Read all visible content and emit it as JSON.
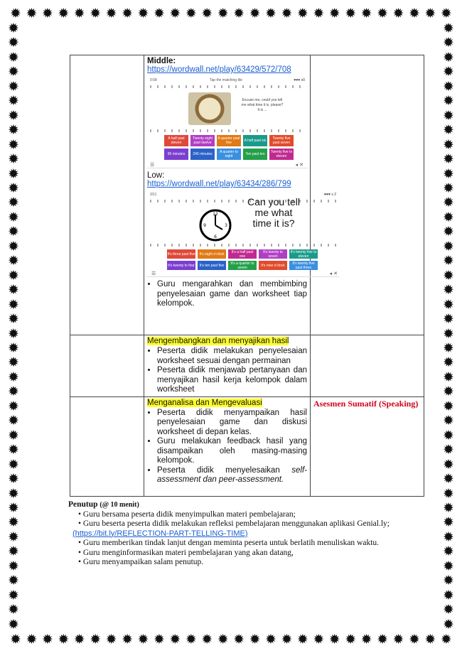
{
  "row1": {
    "middle_label": "Middle:",
    "middle_link": "https://wordwall.net/play/63429/572/708",
    "middle_shot": {
      "score": "0:08",
      "instruction": "Tap the matching tile",
      "lives": "♥♥♥ x0",
      "speech": "Excuse me, could you tell me what time it is, please? It is ...",
      "tiles": [
        "A half past eleven",
        "Twenty eight past twelve",
        "A quarter past five",
        "A half past six",
        "Twenty five past seven",
        "90 minutes",
        "240 minutes",
        "A quarter to eight",
        "Ten past ten",
        "Twenty five to eleven"
      ]
    },
    "low_label": "Low:",
    "low_link": "https://wordwall.net/play/63434/286/799",
    "low_shot": {
      "score": "3/11",
      "lives": "♥♥♥ x 2",
      "question": "Can you tell me what time it is?",
      "tiles": [
        "It's three past five",
        "It's eight o'clock",
        "It's a half past one",
        "It's twenty to seven",
        "It's twenty five to eleven",
        "It's twenty to four",
        "It's ten past five",
        "It's a quarter to seven",
        "It's nine o'clock",
        "It's twenty five past three"
      ]
    },
    "bullet": "Guru mengarahkan dan membimbing penyelesaian game dan worksheet tiap kelompok."
  },
  "row2": {
    "heading": "Mengembangkan dan menyajikan hasil",
    "bullets": [
      "Peserta didik melakukan penyelesaian worksheet sesuai dengan permainan",
      "Peserta didik menjawab pertanyaan dan menyajikan hasil kerja kelompok dalam worksheet"
    ]
  },
  "row3": {
    "heading": "Menganalisa dan Mengevaluasi",
    "bullets": [
      "Peserta didik menyampaikan hasil penyelesaian game dan diskusi worksheet di depan kelas.",
      "Guru melakukan feedback hasil yang disampaikan oleh masing-masing kelompok."
    ],
    "bullet3_prefix": "Peserta didik menyelesaikan ",
    "bullet3_em": "self-assessment dan peer-assessment.",
    "assessment": "Asesmen Sumatif (Speaking)"
  },
  "closing": {
    "heading": "Penutup",
    "duration": "(@ 10 menit)",
    "item1": "Guru bersama peserta didik  menyimpulkan materi pembelajaran;",
    "item2": "Guru beserta peserta didik melakukan refleksi pembelajaran menggunakan aplikasi Genial.ly;",
    "link": "(https://bit.ly/REFLECTION-PART-TELLING-TIME)",
    "item3": "Guru memberikan tindak lanjut dengan meminta peserta untuk berlatih menuliskan waktu.",
    "item4": "Guru menginformasikan materi pembelajaran yang akan datang,",
    "item5": "Guru menyampaikan salam penutup."
  }
}
